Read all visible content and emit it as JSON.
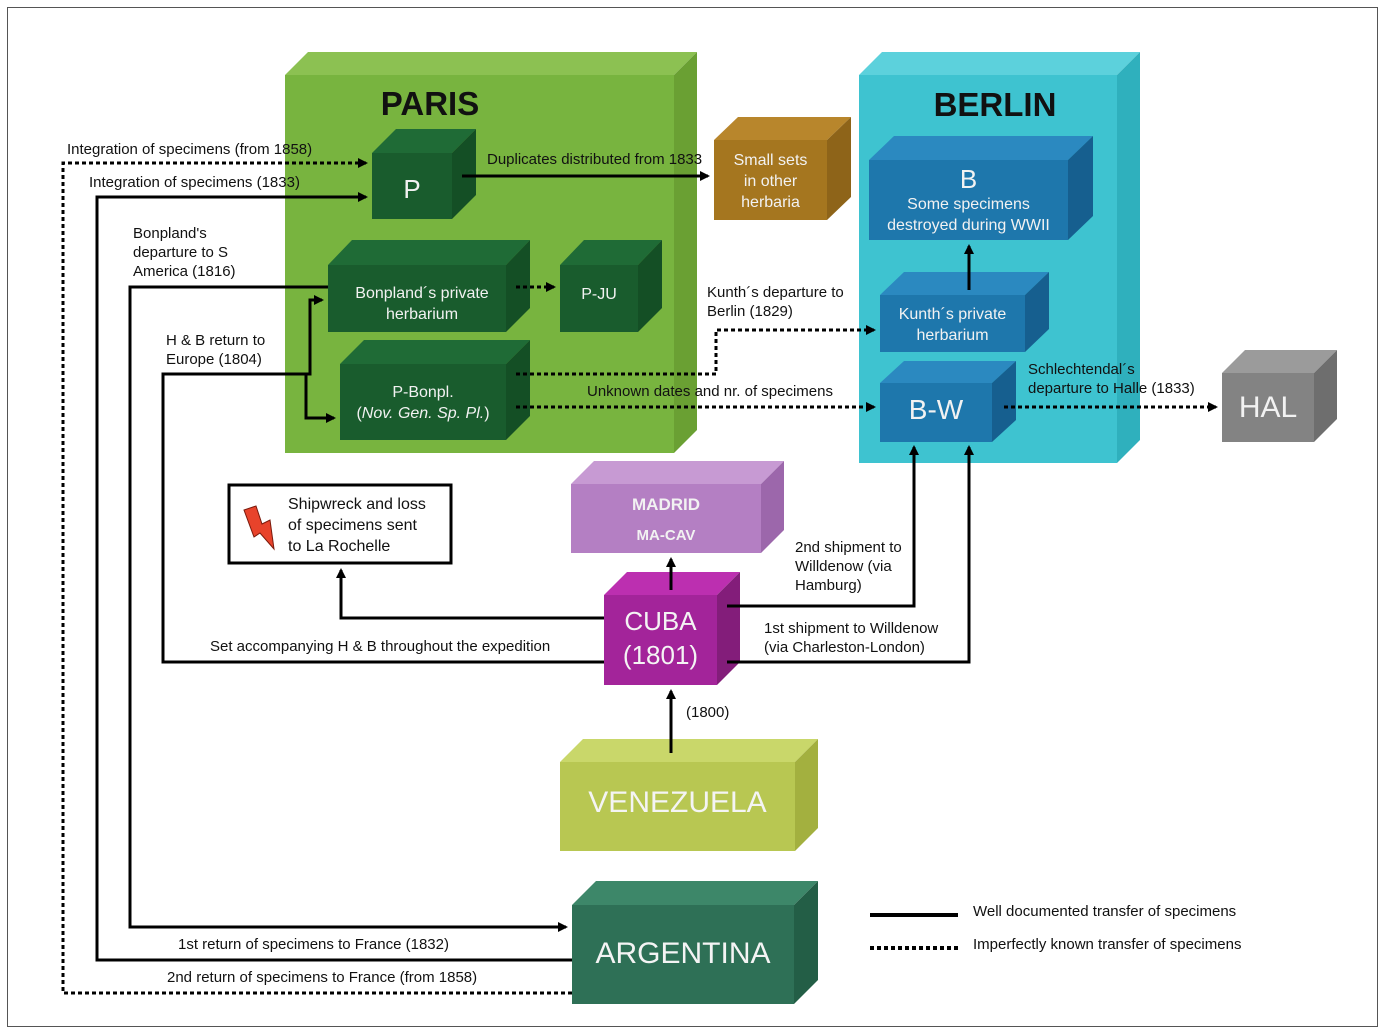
{
  "regions": {
    "paris": "PARIS",
    "berlin": "BERLIN"
  },
  "boxes": {
    "p": "P",
    "small_sets": "Small sets\nin other\nherbaria",
    "b_letter": "B",
    "b_note": "Some specimens\ndestroyed during WWII",
    "bonpland_private": "Bonpland´s private\nherbarium",
    "p_ju": "P-JU",
    "kunth_private": "Kunth´s  private\nherbarium",
    "p_bonpl_line1": "P-Bonpl.",
    "p_bonpl_line2": "Nov. Gen. Sp. Pl.",
    "bw": "B-W",
    "hal": "HAL",
    "madrid": "MADRID",
    "ma_cav": "MA-CAV",
    "cuba": "CUBA\n(1801)",
    "venezuela": "VENEZUELA",
    "argentina": "ARGENTINA",
    "shipwreck": "Shipwreck and loss\nof specimens sent\nto La Rochelle"
  },
  "labels": {
    "integration_1858": "Integration of specimens (from 1858)",
    "integration_1833": "Integration of specimens (1833)",
    "duplicates": "Duplicates distributed from 1833",
    "bonpland_departure": "Bonpland's\ndeparture to S\nAmerica (1816)",
    "hb_return": "H & B return to\nEurope (1804)",
    "kunth_departure": "Kunth´s departure to\nBerlin (1829)",
    "unknown_dates": "Unknown dates and nr. of specimens",
    "schlechtendal": "Schlechtendal´s\ndeparture to Halle (1833)",
    "second_shipment": "2nd shipment to\nWilldenow  (via\nHamburg)",
    "first_shipment": "1st shipment to Willdenow\n(via Charleston-London)",
    "set_accompanying": "Set accompanying H & B throughout the expedition",
    "year_1800": "(1800)",
    "first_return": "1st return of specimens  to France (1832)",
    "second_return": "2nd return of specimens  to France (from 1858)"
  },
  "legend": {
    "solid": "Well documented transfer of specimens",
    "dotted": "Imperfectly known transfer of specimens"
  }
}
